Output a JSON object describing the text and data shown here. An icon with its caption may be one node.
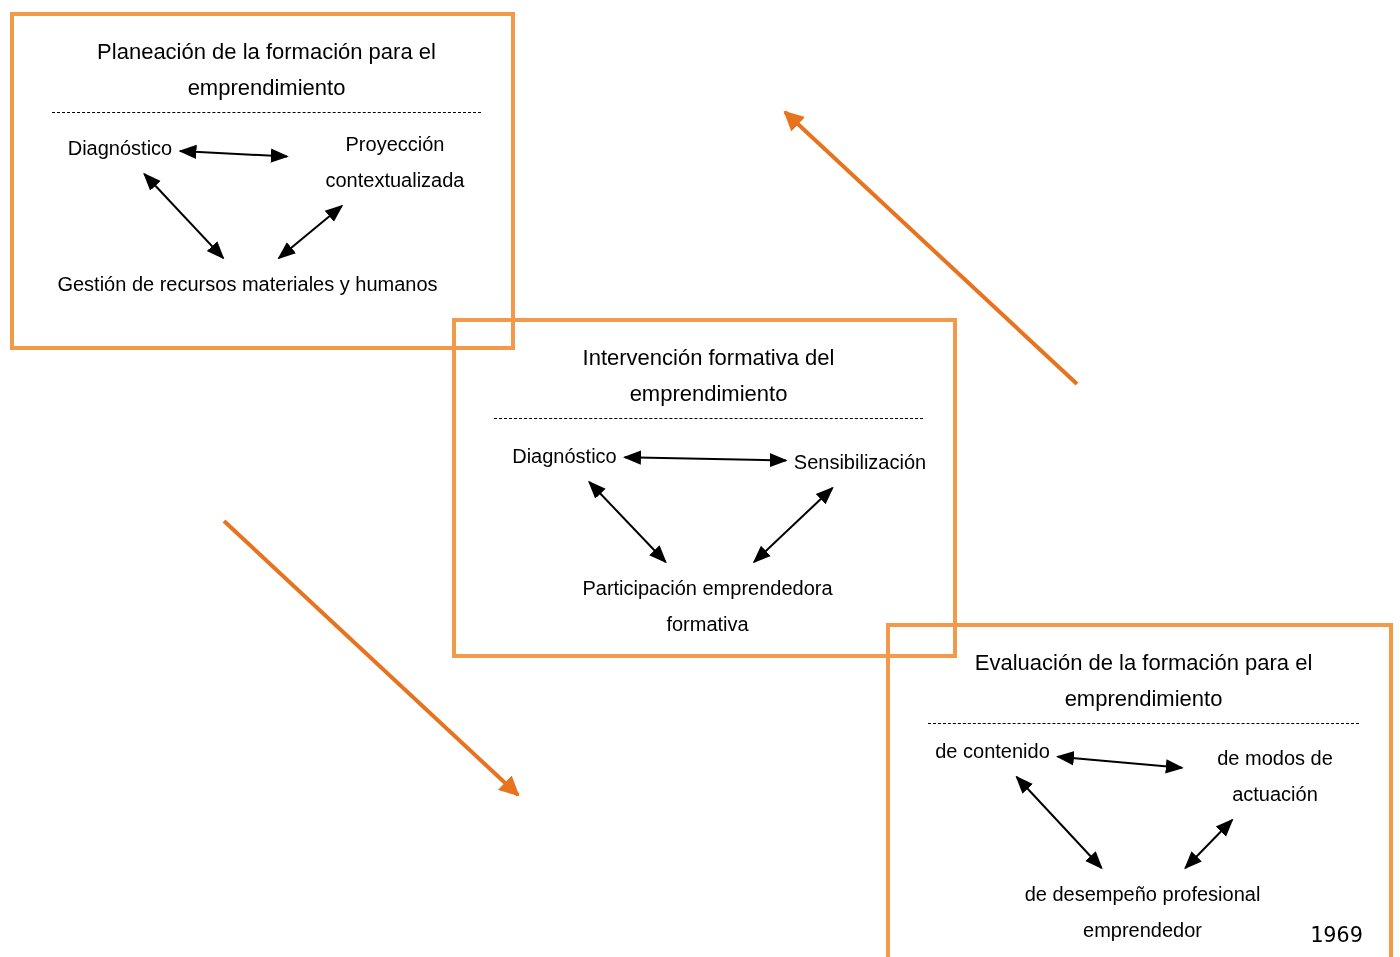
{
  "diagram": {
    "nodes": [
      {
        "text": [
          "Planeación de la formación para el emprendimiento"
        ]
      },
      {
        "text": [
          "Diagnóstico"
        ],
        "in": 0
      },
      {
        "text": [
          "Proyección contextualizada"
        ],
        "in": 0
      },
      {
        "text": [
          "Gestión de recursos materiales y humanos"
        ],
        "in": 0
      },
      {
        "text": [
          "Intervención formativa del emprendimiento"
        ]
      },
      {
        "text": [
          "Diagnóstico"
        ],
        "in": 4
      },
      {
        "text": [
          "Sensibilización"
        ],
        "in": 4
      },
      {
        "text": [
          "Participación emprendedora formativa"
        ],
        "in": 4
      },
      {
        "text": [
          "Evaluación de la formación para el emprendimiento"
        ]
      },
      {
        "text": [
          "de contenido"
        ],
        "in": 8
      },
      {
        "text": [
          "de modos de actuación"
        ],
        "in": 8
      },
      {
        "text": [
          "de desempeño profesional emprendedor"
        ],
        "in": 8
      }
    ],
    "edges": [
      {
        "from": 1,
        "to": 2,
        "arrow": "both"
      },
      {
        "from": 1,
        "to": 3,
        "arrow": "both"
      },
      {
        "from": 2,
        "to": 3,
        "arrow": "both"
      },
      {
        "from": 5,
        "to": 6,
        "arrow": "both"
      },
      {
        "from": 5,
        "to": 7,
        "arrow": "both"
      },
      {
        "from": 6,
        "to": 7,
        "arrow": "both"
      },
      {
        "from": 9,
        "to": 10,
        "arrow": "both"
      },
      {
        "from": 9,
        "to": 11,
        "arrow": "both"
      },
      {
        "from": 10,
        "to": 11,
        "arrow": "both"
      }
    ],
    "labels": [
      "1969"
    ]
  }
}
